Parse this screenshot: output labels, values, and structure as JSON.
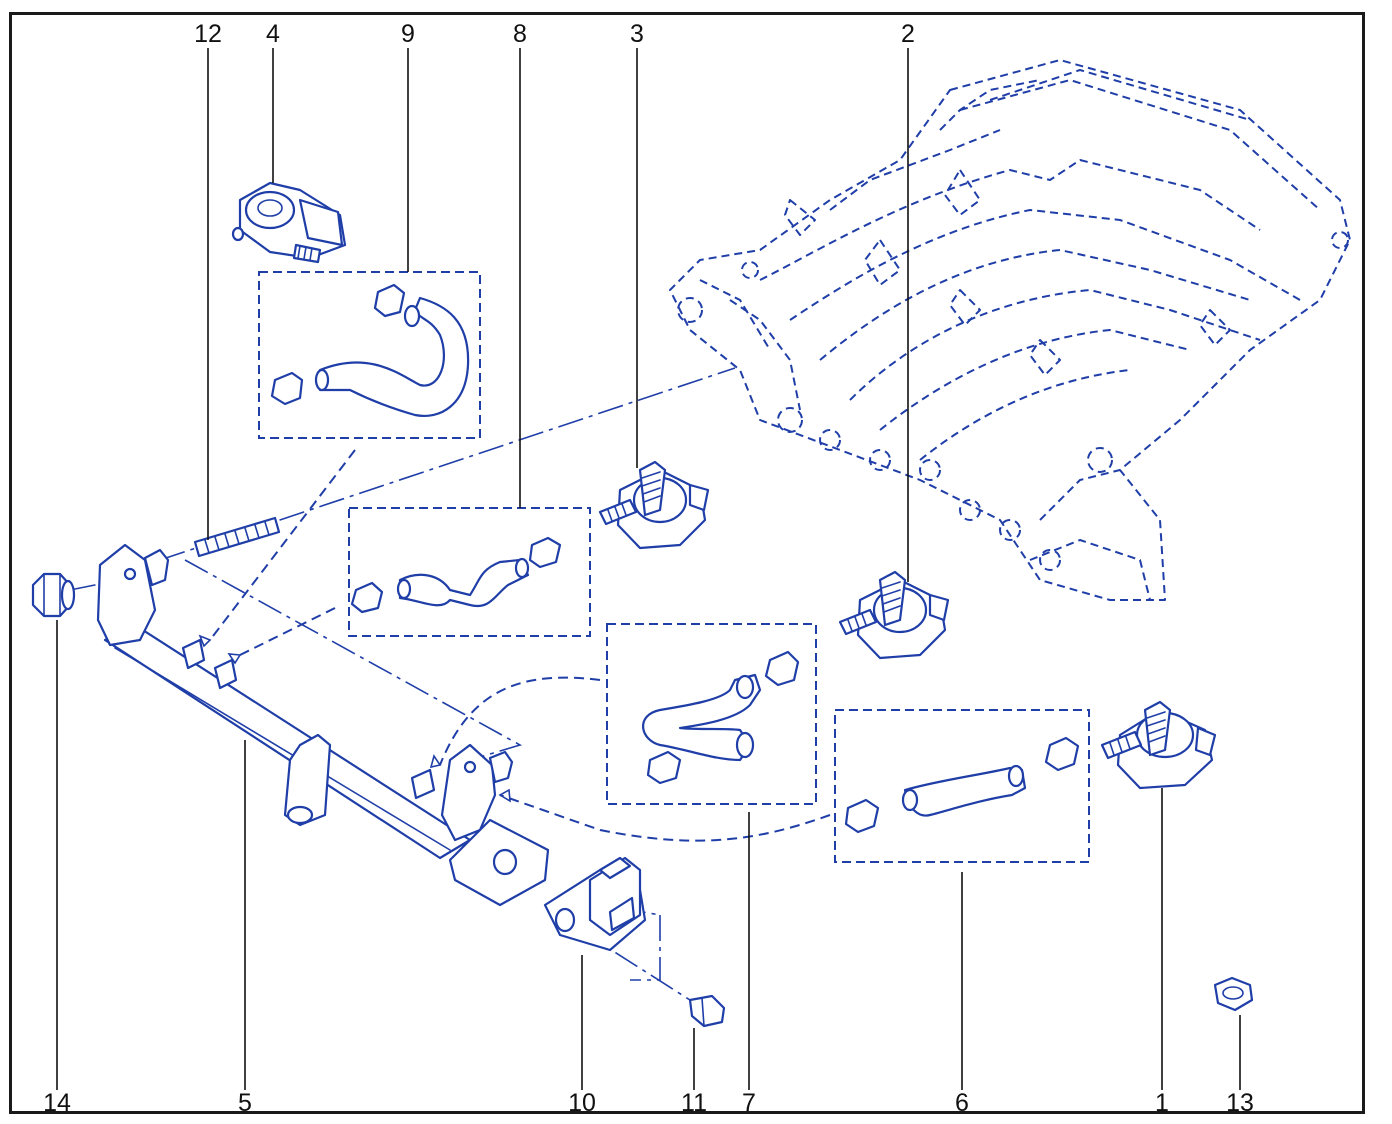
{
  "colors": {
    "ink": "#1f3ea8",
    "frame": "#1a1a1a",
    "label": "#111111"
  },
  "labels": {
    "l1": "1",
    "l2": "2",
    "l3": "3",
    "l4": "4",
    "l5": "5",
    "l6": "6",
    "l7": "7",
    "l8": "8",
    "l9": "9",
    "l10": "10",
    "l11": "11",
    "l12": "12",
    "l13": "13",
    "l14": "14"
  }
}
